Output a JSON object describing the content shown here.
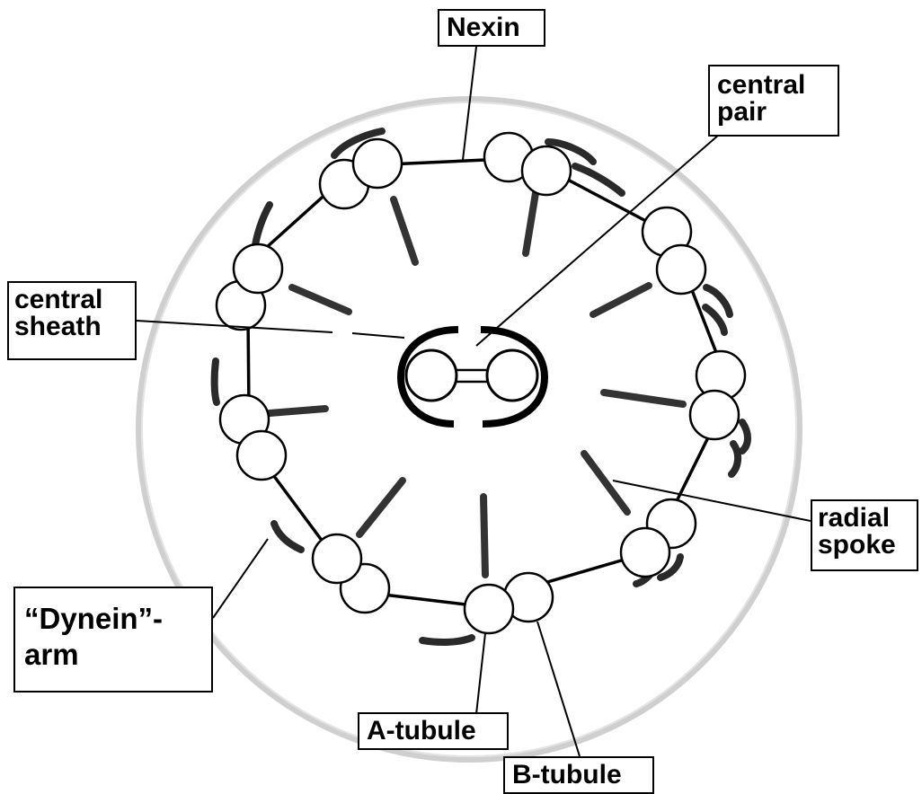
{
  "labels": {
    "nexin": "Nexin",
    "central_pair": [
      "central",
      "pair"
    ],
    "central_sheath": [
      "central",
      "sheath"
    ],
    "radial_spoke": [
      "radial",
      "spoke"
    ],
    "dynein_arm": [
      "“Dynein”-",
      "arm"
    ],
    "a_tubule": "A-tubule",
    "b_tubule": "B-tubule"
  },
  "colors": {
    "membrane": "#c8c8c8",
    "outline": "#000000",
    "dynein_arm": "#2a2a2a",
    "radial_spoke": "#333333",
    "microtubule_fill": "#ffffff"
  },
  "structure": {
    "doublet_count": 9,
    "central_pair_count": 2
  }
}
